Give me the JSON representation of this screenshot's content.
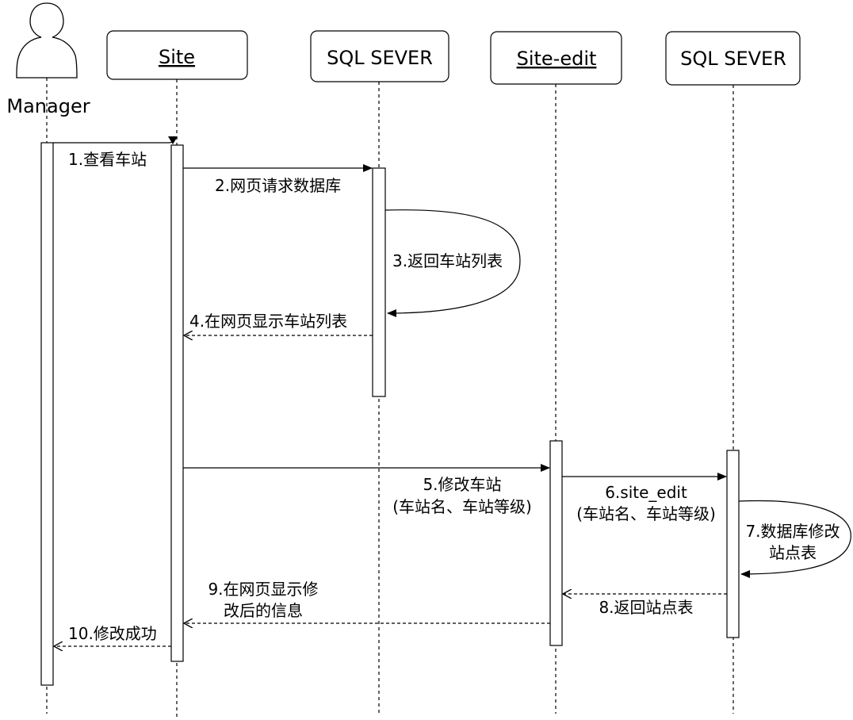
{
  "actor": {
    "name": "Manager"
  },
  "lifelines": [
    {
      "id": "site",
      "label": "Site",
      "underlined": true
    },
    {
      "id": "sql1",
      "label": "SQL SEVER",
      "underlined": false
    },
    {
      "id": "site_edit",
      "label": "Site-edit",
      "underlined": true
    },
    {
      "id": "sql2",
      "label": "SQL SEVER",
      "underlined": false
    }
  ],
  "messages": [
    {
      "num": "1",
      "lines": [
        "1.查看车站"
      ],
      "from": "Manager",
      "to": "Site",
      "style": "solid"
    },
    {
      "num": "2",
      "lines": [
        "2.网页请求数据库"
      ],
      "from": "Site",
      "to": "SQL SEVER",
      "style": "solid"
    },
    {
      "num": "3",
      "lines": [
        "3.返回车站列表"
      ],
      "from": "SQL SEVER",
      "to": "SQL SEVER",
      "style": "self"
    },
    {
      "num": "4",
      "lines": [
        "4.在网页显示车站列表"
      ],
      "from": "SQL SEVER",
      "to": "Site",
      "style": "dashed"
    },
    {
      "num": "5",
      "lines": [
        "5.修改车站",
        "(车站名、车站等级)"
      ],
      "from": "Site",
      "to": "Site-edit",
      "style": "solid"
    },
    {
      "num": "6",
      "lines": [
        "6.site_edit",
        "(车站名、车站等级)"
      ],
      "from": "Site-edit",
      "to": "SQL SEVER",
      "style": "solid"
    },
    {
      "num": "7",
      "lines": [
        "7.数据库修改",
        "站点表"
      ],
      "from": "SQL SEVER",
      "to": "SQL SEVER",
      "style": "self"
    },
    {
      "num": "8",
      "lines": [
        "8.返回站点表"
      ],
      "from": "SQL SEVER",
      "to": "Site-edit",
      "style": "dashed"
    },
    {
      "num": "9",
      "lines": [
        "9.在网页显示修",
        "改后的信息"
      ],
      "from": "Site-edit",
      "to": "Site",
      "style": "dashed"
    },
    {
      "num": "10",
      "lines": [
        "10.修改成功"
      ],
      "from": "Site",
      "to": "Manager",
      "style": "dashed"
    }
  ]
}
